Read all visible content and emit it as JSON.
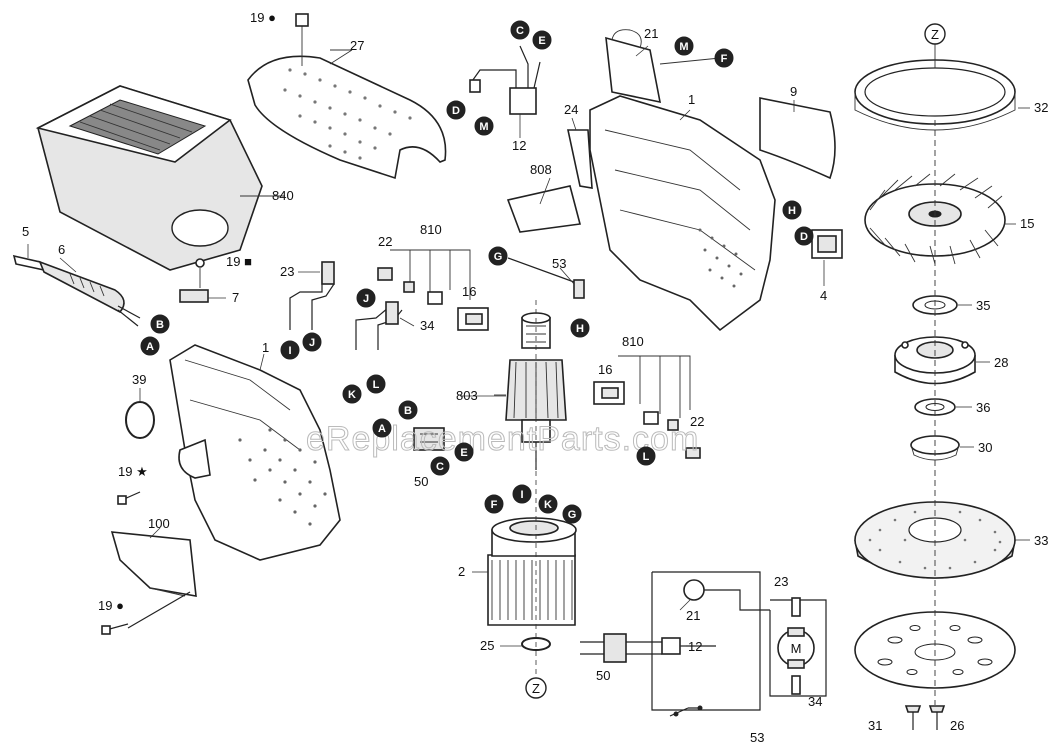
{
  "watermark": "eReplacementParts.com",
  "callouts": [
    {
      "id": "c-19a",
      "text": "19 ●"
    },
    {
      "id": "c-27",
      "text": "27"
    },
    {
      "id": "c-840",
      "text": "840"
    },
    {
      "id": "c-5",
      "text": "5"
    },
    {
      "id": "c-6",
      "text": "6"
    },
    {
      "id": "c-19b",
      "text": "19 ■"
    },
    {
      "id": "c-7",
      "text": "7"
    },
    {
      "id": "c-1a",
      "text": "1"
    },
    {
      "id": "c-39",
      "text": "39"
    },
    {
      "id": "c-19c",
      "text": "19 ★"
    },
    {
      "id": "c-100",
      "text": "100"
    },
    {
      "id": "c-19d",
      "text": "19 ●"
    },
    {
      "id": "c-21a",
      "text": "21"
    },
    {
      "id": "c-12a",
      "text": "12"
    },
    {
      "id": "c-24",
      "text": "24"
    },
    {
      "id": "c-808",
      "text": "808"
    },
    {
      "id": "c-1b",
      "text": "1"
    },
    {
      "id": "c-9",
      "text": "9"
    },
    {
      "id": "c-4",
      "text": "4"
    },
    {
      "id": "c-23a",
      "text": "23"
    },
    {
      "id": "c-22a",
      "text": "22"
    },
    {
      "id": "c-810a",
      "text": "810"
    },
    {
      "id": "c-16a",
      "text": "16"
    },
    {
      "id": "c-34a",
      "text": "34"
    },
    {
      "id": "c-53a",
      "text": "53"
    },
    {
      "id": "c-803",
      "text": "803"
    },
    {
      "id": "c-16b",
      "text": "16"
    },
    {
      "id": "c-810b",
      "text": "810"
    },
    {
      "id": "c-22b",
      "text": "22"
    },
    {
      "id": "c-50a",
      "text": "50"
    },
    {
      "id": "c-2",
      "text": "2"
    },
    {
      "id": "c-25",
      "text": "25"
    },
    {
      "id": "c-21b",
      "text": "21"
    },
    {
      "id": "c-23b",
      "text": "23"
    },
    {
      "id": "c-12b",
      "text": "12"
    },
    {
      "id": "c-50b",
      "text": "50"
    },
    {
      "id": "c-34b",
      "text": "34"
    },
    {
      "id": "c-53b",
      "text": "53"
    },
    {
      "id": "c-32",
      "text": "32"
    },
    {
      "id": "c-15",
      "text": "15"
    },
    {
      "id": "c-35",
      "text": "35"
    },
    {
      "id": "c-28",
      "text": "28"
    },
    {
      "id": "c-36",
      "text": "36"
    },
    {
      "id": "c-30",
      "text": "30"
    },
    {
      "id": "c-33",
      "text": "33"
    },
    {
      "id": "c-31",
      "text": "31"
    },
    {
      "id": "c-26",
      "text": "26"
    }
  ],
  "markers": [
    {
      "id": "m-c1",
      "letter": "C"
    },
    {
      "id": "m-e1",
      "letter": "E"
    },
    {
      "id": "m-d1",
      "letter": "D"
    },
    {
      "id": "m-m1",
      "letter": "M"
    },
    {
      "id": "m-m2",
      "letter": "M"
    },
    {
      "id": "m-f1",
      "letter": "F"
    },
    {
      "id": "m-h1",
      "letter": "H"
    },
    {
      "id": "m-d2",
      "letter": "D"
    },
    {
      "id": "m-b1",
      "letter": "B"
    },
    {
      "id": "m-a1",
      "letter": "A"
    },
    {
      "id": "m-j1",
      "letter": "J"
    },
    {
      "id": "m-i1",
      "letter": "I"
    },
    {
      "id": "m-j2",
      "letter": "J"
    },
    {
      "id": "m-k1",
      "letter": "K"
    },
    {
      "id": "m-l1",
      "letter": "L"
    },
    {
      "id": "m-g1",
      "letter": "G"
    },
    {
      "id": "m-h2",
      "letter": "H"
    },
    {
      "id": "m-b2",
      "letter": "B"
    },
    {
      "id": "m-a2",
      "letter": "A"
    },
    {
      "id": "m-c2",
      "letter": "C"
    },
    {
      "id": "m-e2",
      "letter": "E"
    },
    {
      "id": "m-l2",
      "letter": "L"
    },
    {
      "id": "m-f2",
      "letter": "F"
    },
    {
      "id": "m-i2",
      "letter": "I"
    },
    {
      "id": "m-k2",
      "letter": "K"
    },
    {
      "id": "m-g2",
      "letter": "G"
    }
  ],
  "ring_markers": [
    {
      "id": "z-top",
      "letter": "Z"
    },
    {
      "id": "z-bottom",
      "letter": "Z"
    }
  ],
  "schematic": {
    "motor_letter": "M"
  }
}
